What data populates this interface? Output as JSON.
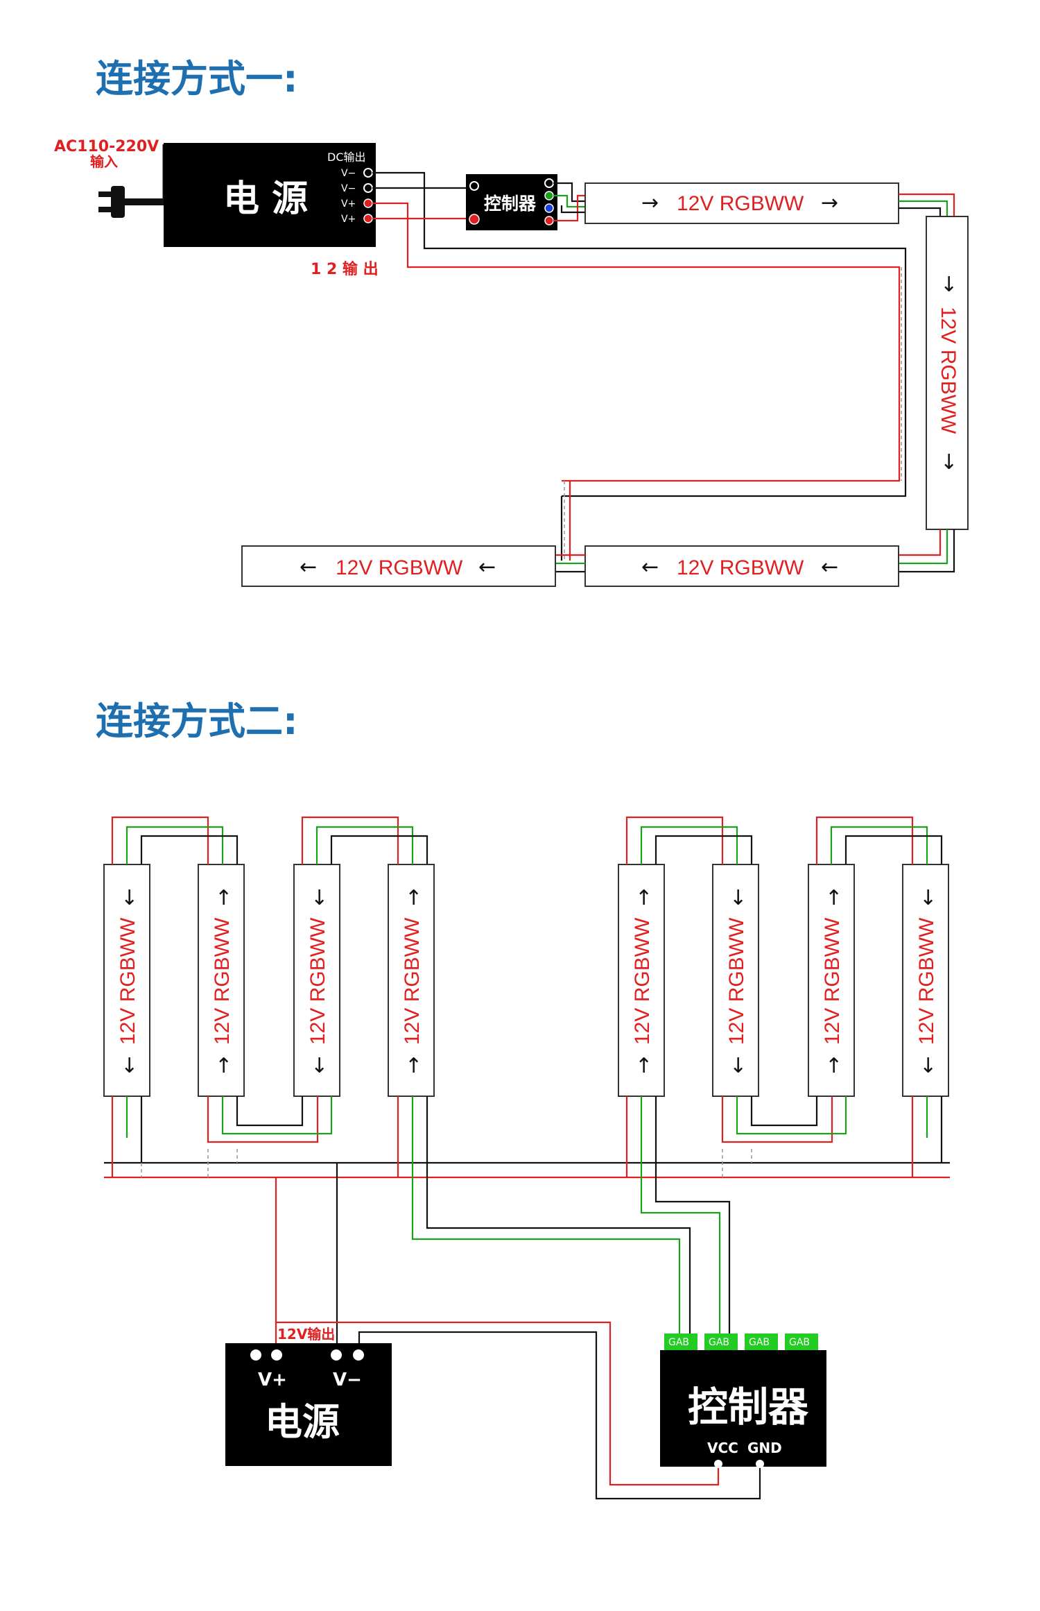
{
  "section1": {
    "title": "连接方式一:",
    "ac_input_line1": "AC110-220V",
    "ac_input_line2": "输入",
    "psu_label": "电 源",
    "dc_output_label": "DC输出",
    "terminals": [
      "V−",
      "V−",
      "V+",
      "V+"
    ],
    "output_label": "1 2 输 出",
    "controller_label": "控制器",
    "strips": [
      {
        "arrow_left": "→",
        "label": "12V  RGBWW",
        "arrow_right": "→"
      },
      {
        "arrow_top": "↓",
        "label": "12V  RGBWW",
        "arrow_bottom": "↓"
      },
      {
        "arrow_left": "←",
        "label": "12V  RGBWW",
        "arrow_right": "←"
      },
      {
        "arrow_left": "←",
        "label": "12V  RGBWW",
        "arrow_right": "←"
      }
    ]
  },
  "section2": {
    "title": "连接方式二:",
    "strips_label": "12V RGBWW",
    "strip_arrows": [
      "↓",
      "↑",
      "↓",
      "↑",
      "↑",
      "↓",
      "↑",
      "↓"
    ],
    "psu_label": "电源",
    "psu_output_label": "12V输出",
    "psu_vplus": "V+",
    "psu_vminus": "V−",
    "controller_label": "控制器",
    "controller_ports": [
      "GAB",
      "GAB",
      "GAB",
      "GAB"
    ],
    "controller_vcc": "VCC",
    "controller_gnd": "GND"
  },
  "colors": {
    "title_blue": "#1e6fb0",
    "wire_red": "#e02020",
    "wire_green": "#1aa01a",
    "wire_black": "#111111",
    "port_green": "#22cc22"
  }
}
